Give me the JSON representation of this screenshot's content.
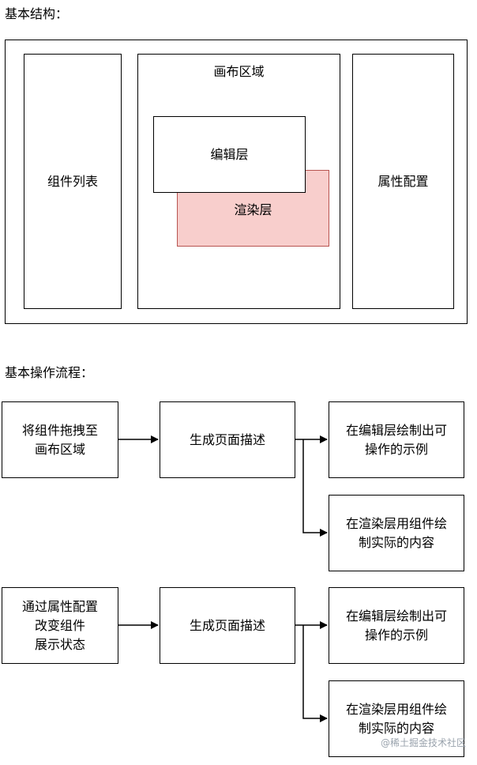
{
  "structure": {
    "heading": "基本结构：",
    "component_list": "组件列表",
    "canvas_area": "画布区域",
    "edit_layer": "编辑层",
    "render_layer": "渲染层",
    "property_config": "属性配置"
  },
  "flow": {
    "heading": "基本操作流程：",
    "flow1": {
      "source": "将组件拖拽至\n画布区域",
      "middle": "生成页面描述",
      "edit_target": "在编辑层绘制出可\n操作的示例",
      "render_target": "在渲染层用组件绘\n制实际的内容"
    },
    "flow2": {
      "source": "通过属性配置\n改变组件\n展示状态",
      "middle": "生成页面描述",
      "edit_target": "在编辑层绘制出可\n操作的示例",
      "render_target": "在渲染层用组件绘\n制实际的内容"
    }
  },
  "watermark": "@稀土掘金技术社区",
  "colors": {
    "render_fill": "#f8cecc",
    "render_stroke": "#b85450",
    "stroke": "#000000"
  }
}
